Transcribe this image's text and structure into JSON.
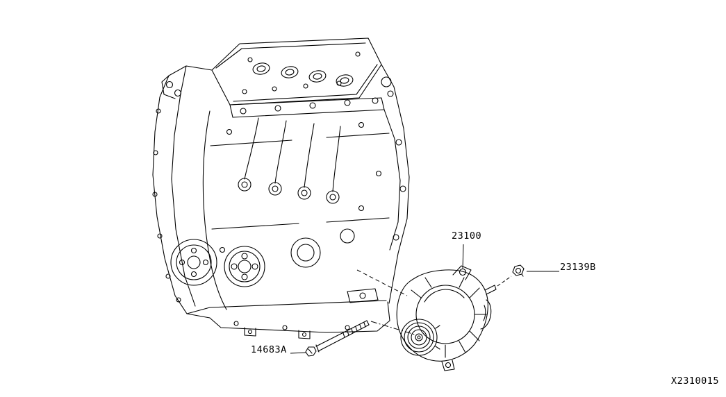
{
  "diagram": {
    "code": "X2310015",
    "callouts": [
      {
        "part": "alternator-assembly",
        "label": "23100"
      },
      {
        "part": "pulley-nut",
        "label": "23139B"
      },
      {
        "part": "mounting-bolt",
        "label": "14683A"
      }
    ],
    "colors": {
      "line": "#000000",
      "background": "#ffffff",
      "text": "#000000"
    }
  }
}
